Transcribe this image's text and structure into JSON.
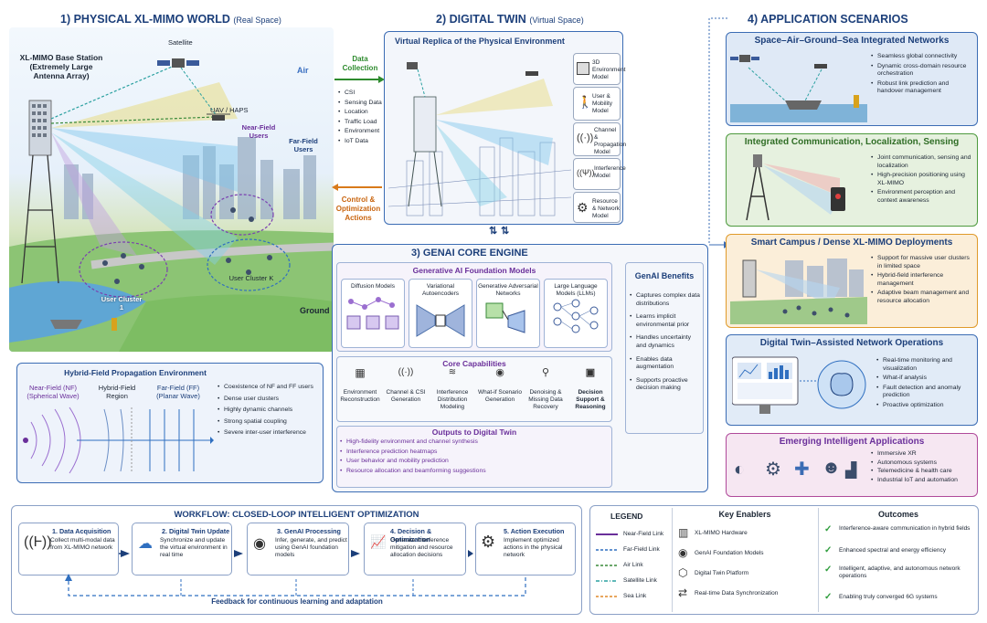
{
  "physical": {
    "title": "1) PHYSICAL XL-MIMO WORLD",
    "subtitle": "(Real Space)",
    "bs_label": "XL-MIMO Base Station",
    "bs_sub1": "(Extremely Large",
    "bs_sub2": "Antenna Array)",
    "satellite": "Satellite",
    "air": "Air",
    "uav": "UAV / HAPS",
    "near_users": "Near-Field Users",
    "far_users": "Far-Field Users",
    "cluster1": "User Cluster 1",
    "clusterk": "User Cluster K",
    "ground": "Ground"
  },
  "data_collection": {
    "title": "Data Collection",
    "items": [
      "CSI",
      "Sensing Data",
      "Location",
      "Traffic Load",
      "Environment",
      "IoT Data"
    ]
  },
  "control": {
    "title": "Control & Optimization Actions"
  },
  "twin": {
    "title": "2) DIGITAL TWIN",
    "subtitle": "(Virtual Space)",
    "replica": "Virtual Replica of the Physical Environment",
    "models": [
      "3D Environment Model",
      "User & Mobility Model",
      "Channel & Propagation Model",
      "Interference Model",
      "Resource & Network Model"
    ]
  },
  "hybrid": {
    "title": "Hybrid-Field Propagation Environment",
    "nf": "Near-Field (NF)",
    "nf_sub": "(Spherical Wave)",
    "hf": "Hybrid-Field",
    "hf_sub": "Region",
    "ff": "Far-Field (FF)",
    "ff_sub": "(Planar Wave)",
    "bullets": [
      "Coexistence of NF and FF users",
      "Dense user clusters",
      "Highly dynamic channels",
      "Strong spatial coupling",
      "Severe inter-user interference"
    ]
  },
  "genai": {
    "title": "3) GENAI CORE ENGINE",
    "foundation": "Generative AI Foundation Models",
    "models": [
      "Diffusion Models",
      "Variational Autoencoders",
      "Generative Adversarial Networks",
      "Large Language Models (LLMs)"
    ],
    "core": "Core Capabilities",
    "caps": [
      "Environment Reconstruction",
      "Channel & CSI Generation",
      "Interference Distribution Modeling",
      "What-if Scenario Generation",
      "Denoising & Missing Data Recovery",
      "Decision Support & Reasoning"
    ],
    "outputs_title": "Outputs to Digital Twin",
    "outputs": [
      "High-fidelity environment and channel synthesis",
      "Interference prediction heatmaps",
      "User behavior and mobility prediction",
      "Resource allocation and beamforming suggestions"
    ],
    "benefits_title": "GenAI Benefits",
    "benefits": [
      "Captures complex data distributions",
      "Learns implicit environmental prior",
      "Handles uncertainty and dynamics",
      "Enables data augmentation",
      "Supports proactive decision making"
    ]
  },
  "apps": {
    "title": "4) APPLICATION SCENARIOS",
    "cards": [
      {
        "title": "Space–Air–Ground–Sea Integrated Networks",
        "bullets": [
          "Seamless global connectivity",
          "Dynamic cross-domain resource orchestration",
          "Robust link prediction and handover management"
        ]
      },
      {
        "title": "Integrated Communication, Localization, Sensing",
        "bullets": [
          "Joint communication, sensing and localization",
          "High-precision positioning using XL-MIMO",
          "Environment perception and context awareness"
        ]
      },
      {
        "title": "Smart Campus / Dense XL-MIMO Deployments",
        "bullets": [
          "Support for massive user clusters in limited space",
          "Hybrid-field interference management",
          "Adaptive beam management and resource allocation"
        ]
      },
      {
        "title": "Digital Twin–Assisted Network Operations",
        "bullets": [
          "Real-time monitoring and visualization",
          "What-if analysis",
          "Fault detection and anomaly prediction",
          "Proactive optimization"
        ]
      },
      {
        "title": "Emerging Intelligent Applications",
        "bullets": [
          "Immersive XR",
          "Autonomous systems",
          "Telemedicine & health care",
          "Industrial IoT and automation"
        ]
      }
    ]
  },
  "workflow": {
    "title": "WORKFLOW: CLOSED-LOOP INTELLIGENT OPTIMIZATION",
    "steps": [
      {
        "title": "1. Data Acquisition",
        "text": "Collect multi-modal data from XL-MIMO network"
      },
      {
        "title": "2. Digital Twin Update",
        "text": "Synchronize and update the virtual environment in real time"
      },
      {
        "title": "3. GenAI Processing",
        "text": "Infer, generate, and predict using GenAI foundation models"
      },
      {
        "title": "4. Decision & Optimization",
        "text": "Generate interference mitigation and resource allocation decisions"
      },
      {
        "title": "5. Action Execution",
        "text": "Implement optimized actions in the physical network"
      }
    ],
    "feedback": "Feedback for continuous learning and adaptation"
  },
  "legend": {
    "title": "LEGEND",
    "items": [
      "Near-Field Link",
      "Far-Field Link",
      "Air Link",
      "Satellite Link",
      "Sea Link"
    ],
    "colors": [
      "#6a2f9a",
      "#2f6fc0",
      "#3a8a3a",
      "#2aa0a0",
      "#e08a2a"
    ]
  },
  "enablers": {
    "title": "Key Enablers",
    "items": [
      "XL-MIMO Hardware",
      "GenAI Foundation Models",
      "Digital Twin Platform",
      "Real-time Data Synchronization"
    ]
  },
  "outcomes": {
    "title": "Outcomes",
    "items": [
      "Interference-aware communication in hybrid fields",
      "Enhanced spectral and energy efficiency",
      "Intelligent, adaptive, and autonomous network operations",
      "Enabling truly converged 6G systems"
    ]
  }
}
